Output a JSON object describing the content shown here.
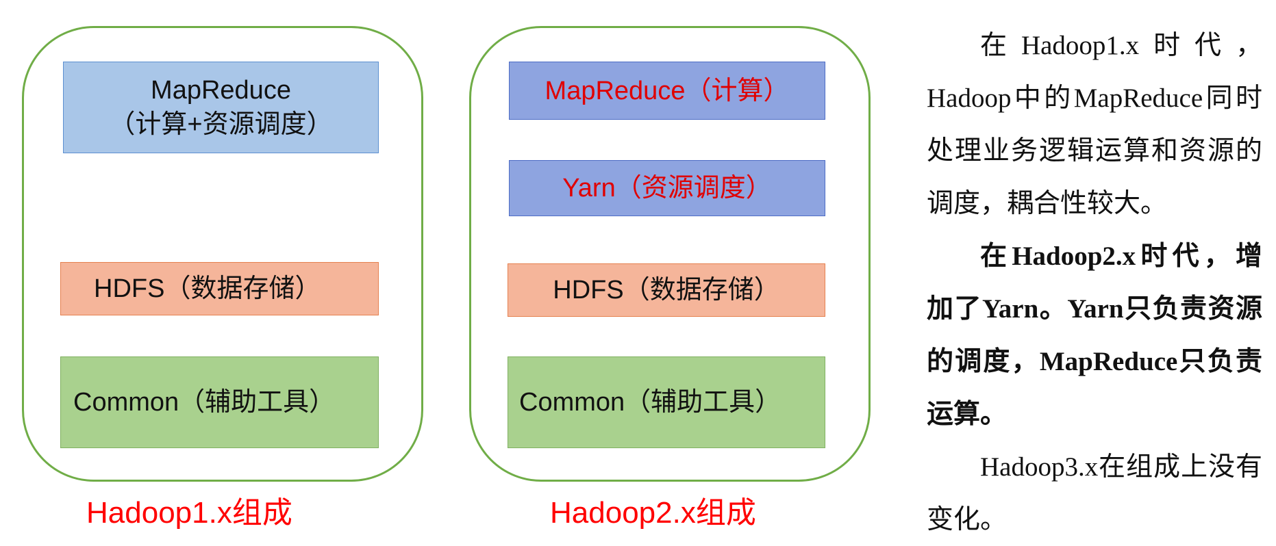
{
  "hadoop1": {
    "mapreduce_line1": "MapReduce",
    "mapreduce_line2": "（计算+资源调度）",
    "hdfs": "HDFS（数据存储）",
    "common": "Common（辅助工具）",
    "caption": "Hadoop1.x组成"
  },
  "hadoop2": {
    "mapreduce": "MapReduce（计算）",
    "yarn": "Yarn（资源调度）",
    "hdfs": "HDFS（数据存储）",
    "common": "Common（辅助工具）",
    "caption": "Hadoop2.x组成"
  },
  "description": {
    "para1": "在Hadoop1.x时代，Hadoop中的MapReduce同时处理业务逻辑运算和资源的调度，耦合性较大。",
    "para2": "在Hadoop2.x时代，增加了Yarn。Yarn只负责资源的调度，MapReduce只负责运算。",
    "para3": "Hadoop3.x在组成上没有变化。"
  },
  "colors": {
    "panel_border": "#70ad47",
    "mapreduce_v1": "#a9c6e8",
    "mapreduce_v2": "#8ea4e0",
    "hdfs": "#f5b59a",
    "common": "#a9d18e",
    "caption": "#ff0000",
    "highlight_text": "#e00000"
  }
}
